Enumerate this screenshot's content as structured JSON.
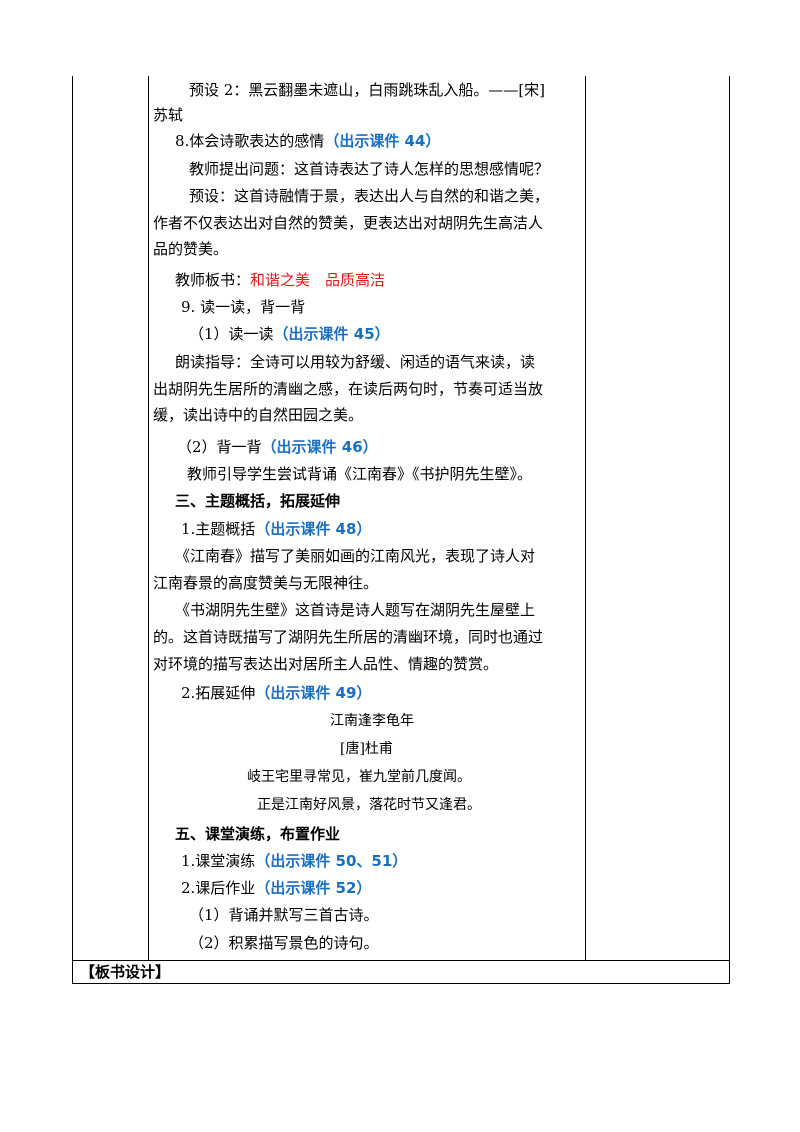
{
  "lines": {
    "l1": "预设 2：黑云翻墨未遮山，白雨跳珠乱入船。——[宋]",
    "l2": "苏轼",
    "l3": "8.体会诗歌表达的感情",
    "l3b": "（出示课件 44）",
    "l4": "教师提出问题：这首诗表达了诗人怎样的思想感情呢？",
    "l5": "预设：这首诗融情于景，表达出人与自然的和谐之美，",
    "l6": "作者不仅表达出对自然的赞美，更表达出对胡阴先生高洁人",
    "l7": "品的赞美。",
    "l8": "教师板书：",
    "l8b": "和谐之美　品质高洁",
    "l9": "9. 读一读，背一背",
    "l10": "（1）读一读",
    "l10b": "（出示课件 45）",
    "l11": "朗读指导：全诗可以用较为舒缓、闲适的语气来读，读",
    "l12": "出胡阴先生居所的清幽之感，在读后两句时，节奏可适当放",
    "l13": "缓，读出诗中的自然田园之美。",
    "l14": "（2）背一背",
    "l14b": "（出示课件 46）",
    "l15": "教师引导学生尝试背诵《江南春》《书护阴先生壁》。",
    "l16": "三、主题概括，拓展延伸",
    "l17": "1.主题概括",
    "l17b": "（出示课件 48）",
    "l18": "《江南春》描写了美丽如画的江南风光，表现了诗人对",
    "l19": "江南春景的高度赞美与无限神往。",
    "l20": "《书湖阴先生壁》这首诗是诗人题写在湖阴先生屋壁上",
    "l21": "的。这首诗既描写了湖阴先生所居的清幽环境，同时也通过",
    "l22": "对环境的描写表达出对居所主人品性、情趣的赞赏。",
    "l23": "2.拓展延伸",
    "l23b": "（出示课件 49）",
    "l24": "五、课堂演练，布置作业",
    "l25": "1.课堂演练",
    "l25b": "（出示课件 50、51）",
    "l26": "2.课后作业",
    "l26b": "（出示课件 52）",
    "l27": "（1）背诵并默写三首古诗。",
    "l28": "（2）积累描写景色的诗句。"
  },
  "poem": {
    "title": "江南逢李龟年",
    "author": "[唐]杜甫",
    "line1": "岐王宅里寻常见，崔九堂前几度闻。",
    "line2": "正是江南好风景，落花时节又逢君。"
  },
  "footer": {
    "label": "【板书设计】"
  }
}
